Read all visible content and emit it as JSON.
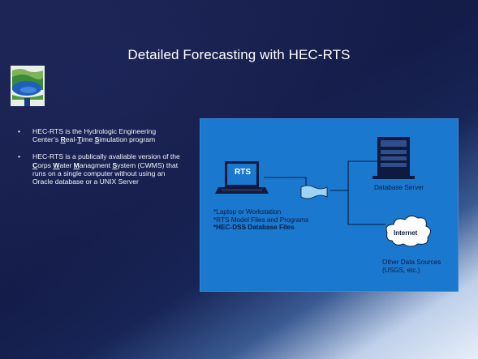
{
  "slide": {
    "title": "Detailed Forecasting with HEC-RTS"
  },
  "bullets": [
    {
      "marker": "•",
      "parts": [
        "HEC-RTS is the Hydrologic Engineering Center’s ",
        "R",
        "eal-",
        "T",
        "ime ",
        "S",
        "imulation program"
      ]
    },
    {
      "marker": "•",
      "parts": [
        "HEC-RTS is a publically avaliable version of the ",
        "C",
        "orps ",
        "W",
        "ater ",
        "M",
        "anagment ",
        "S",
        "ystem (CWMS) that runs on a single computer without using an Oracle database or a UNIX Server"
      ]
    }
  ],
  "diagram": {
    "laptop_screen_text": "RTS",
    "laptop_lines": [
      "*Laptop or Workstation",
      "*RTS Model Files and Programs",
      "*HEC-DSS Database Files"
    ],
    "server_label": "Database Server",
    "internet_label": "Internet",
    "other_sources_lines": [
      "Other Data Sources",
      "(USGS, etc.)"
    ]
  }
}
